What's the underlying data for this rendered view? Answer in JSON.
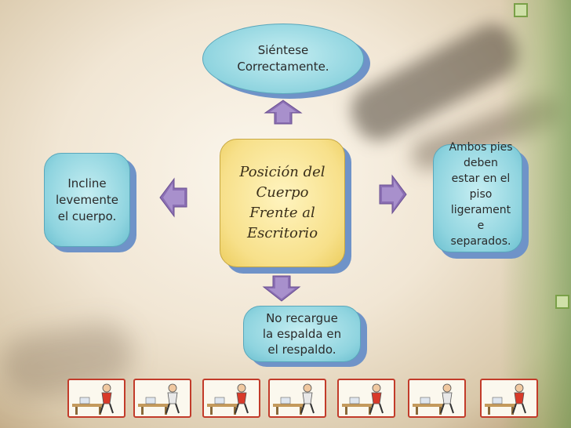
{
  "diagram": {
    "top_text": "Siéntese\nCorrectamente.",
    "center_text": "Posición del\nCuerpo\nFrente al\nEscritorio",
    "left_text": "Incline\nlevemente\nel cuerpo.",
    "right_text": "Ambos pies\ndeben\nestar en el\npiso\nligerament\ne\nseparados.",
    "bottom_text": "No recargue\nla espalda en\nel respaldo."
  },
  "colors": {
    "teal": "#8fd4df",
    "gold": "#f7e08a",
    "shadow_blue": "#6f93c8",
    "arrow_purple": "#8b6fb3",
    "strip_border": "#c23b2a"
  },
  "strip": {
    "images": [
      "posture-figure-icon",
      "posture-figure-icon",
      "posture-figure-icon",
      "posture-figure-icon",
      "posture-figure-icon",
      "posture-figure-icon",
      "posture-figure-icon"
    ]
  }
}
